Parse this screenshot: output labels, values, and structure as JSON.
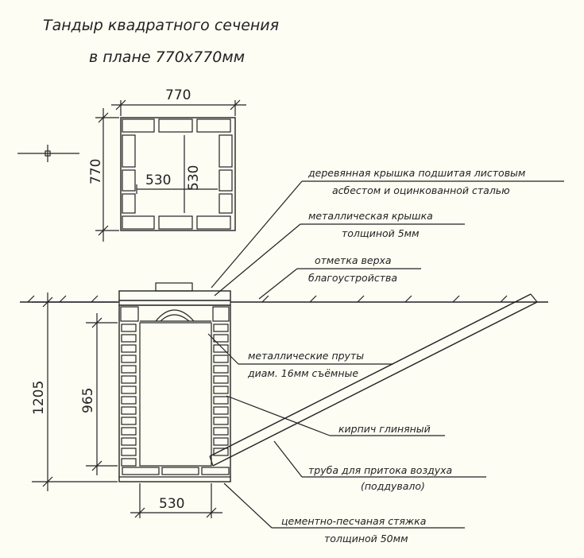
{
  "title": {
    "line1": "Тандыр квадратного сечения",
    "line2": "в плане 770х770мм"
  },
  "dimensions": {
    "plan_width": "770",
    "plan_height": "770",
    "inner_width": "530",
    "inner_height": "530",
    "total_depth": "1205",
    "pit_depth": "965",
    "base_width": "530"
  },
  "callouts": [
    {
      "line1": "деревянная крышка подшитая листовым",
      "line2": "асбестом и оцинкованной сталью"
    },
    {
      "line1": "металлическая крышка",
      "line2": "толщиной 5мм"
    },
    {
      "line1": "отметка верха",
      "line2": "благоустройства"
    },
    {
      "line1": "металлические пруты",
      "line2": "диам. 16мм съёмные"
    },
    {
      "line1": "кирпич глиняный",
      "line2": ""
    },
    {
      "line1": "труба для притока воздуха",
      "line2": "(поддувало)"
    },
    {
      "line1": "цементно-песчаная стяжка",
      "line2": "толщиной 50мм"
    }
  ],
  "colors": {
    "line": "#222222",
    "paper": "#fdfdf4"
  }
}
